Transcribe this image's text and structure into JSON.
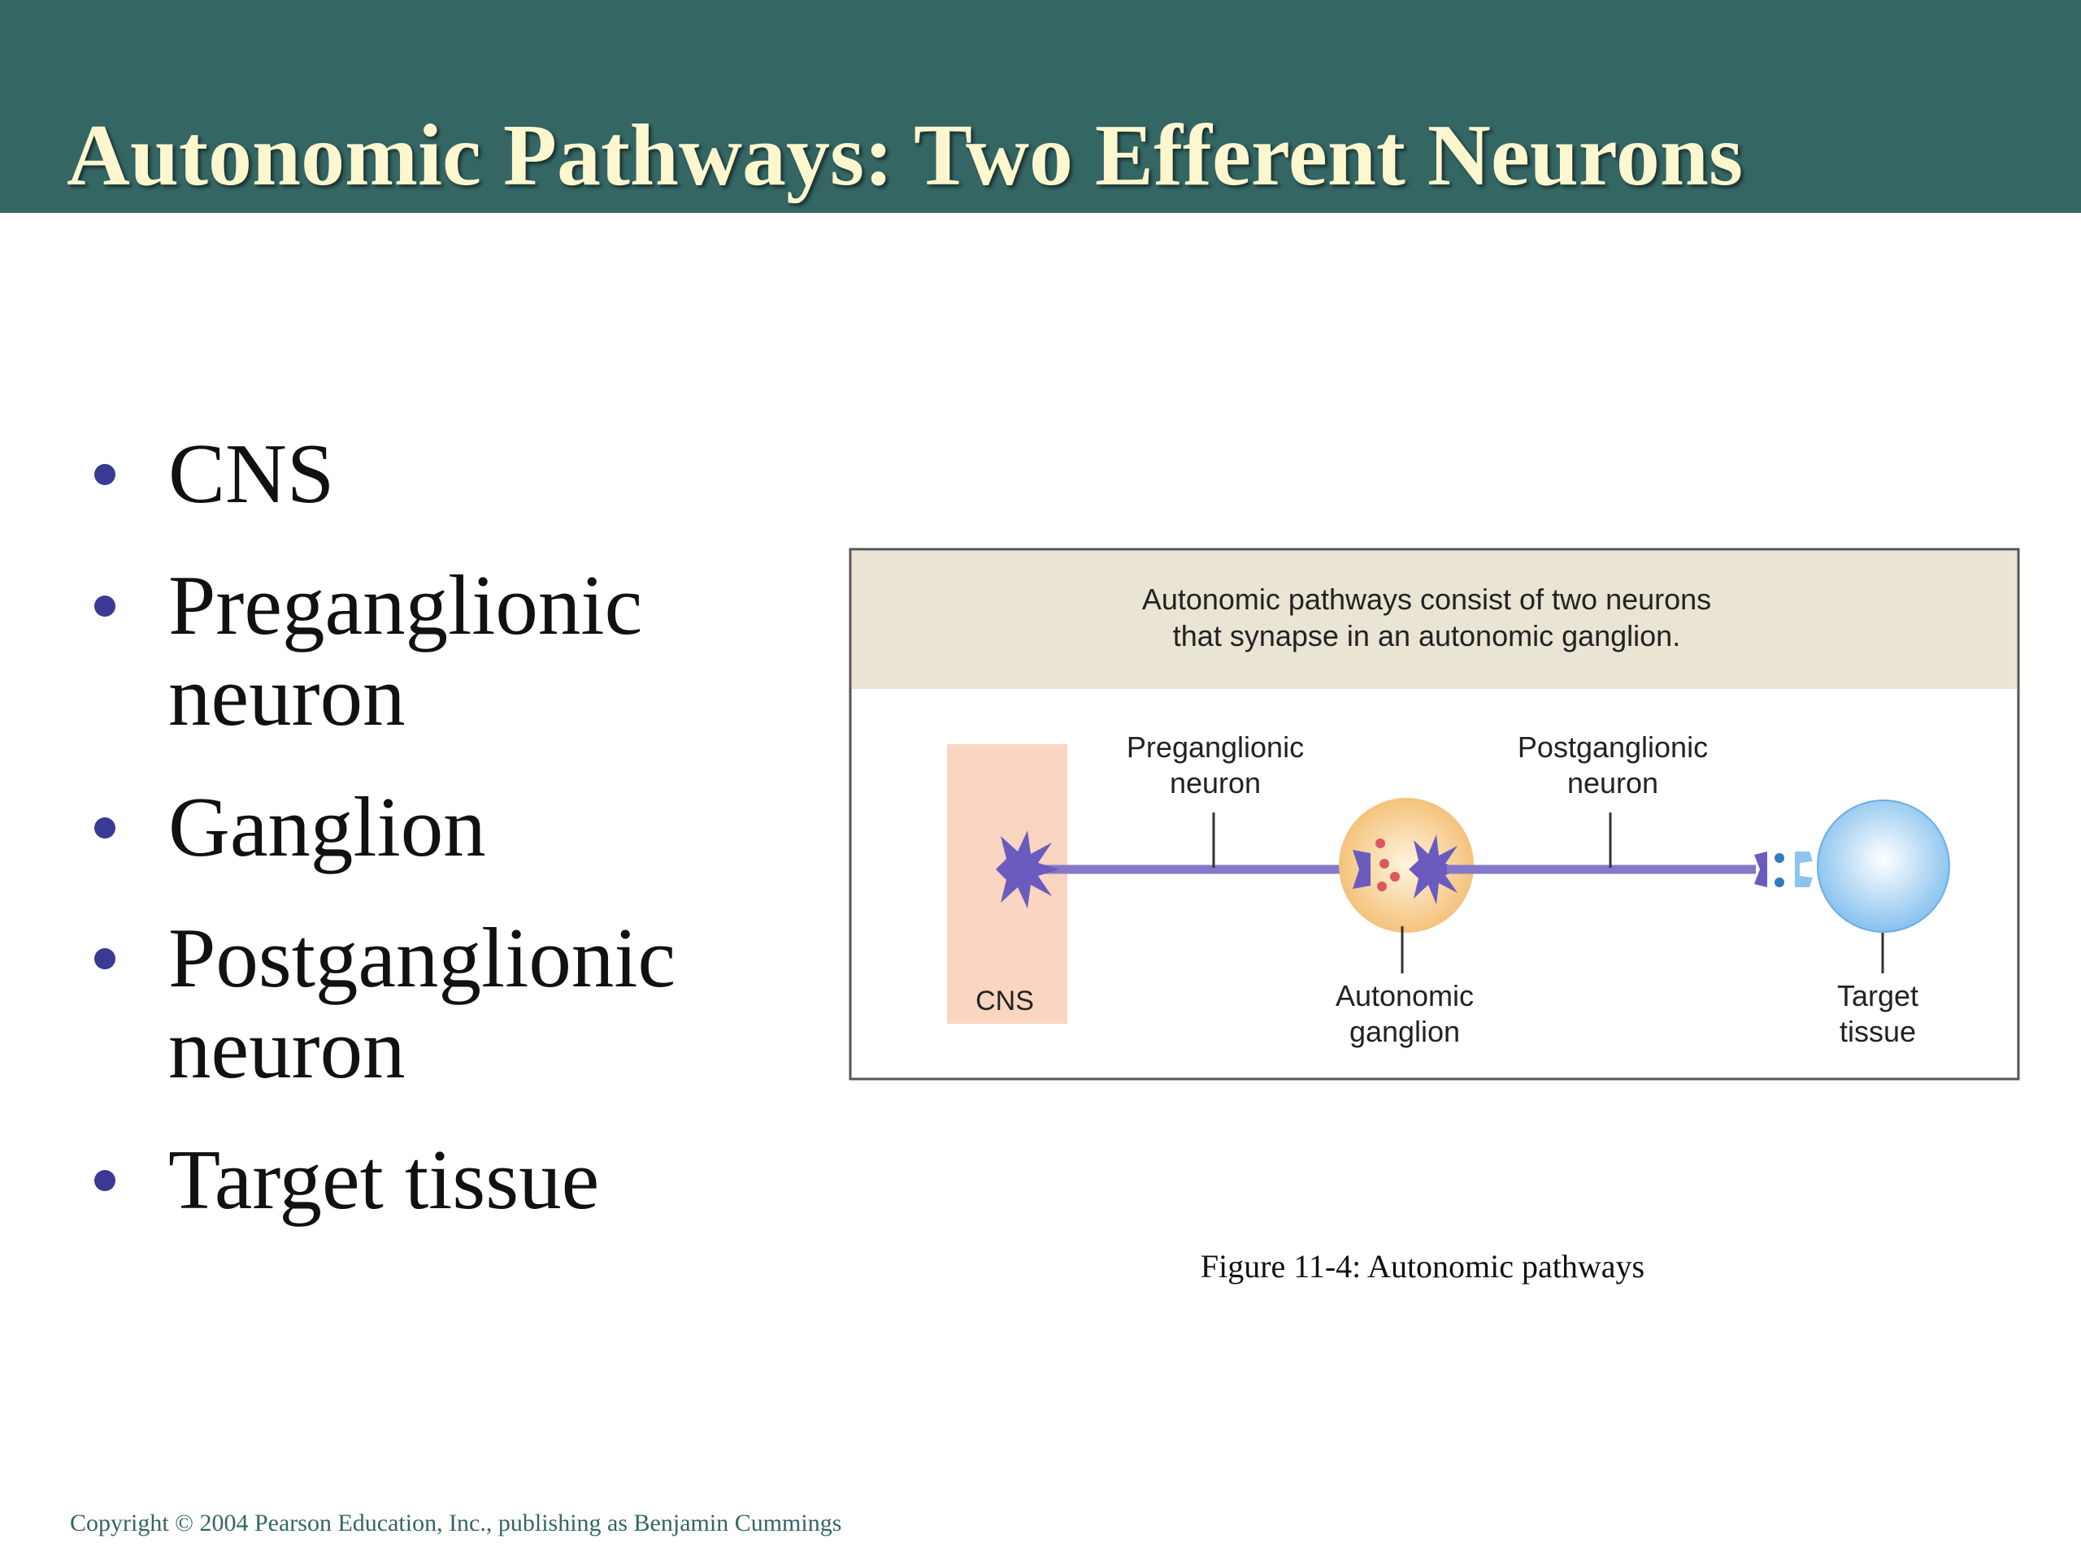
{
  "slide": {
    "title": "Autonomic Pathways: Two Efferent Neurons",
    "bullets": [
      {
        "line1": "CNS",
        "line2": ""
      },
      {
        "line1": "Preganglionic",
        "line2": "neuron"
      },
      {
        "line1": "Ganglion",
        "line2": ""
      },
      {
        "line1": "Postganglionic",
        "line2": "neuron"
      },
      {
        "line1": "Target tissue",
        "line2": ""
      }
    ],
    "figure_caption": "Figure 11-4: Autonomic pathways",
    "copyright": "Copyright © 2004 Pearson Education, Inc., publishing as Benjamin Cummings"
  },
  "diagram": {
    "header_line1": "Autonomic pathways consist of two neurons",
    "header_line2": "that synapse in an autonomic ganglion.",
    "cns_label": "CNS",
    "preganglionic_line1": "Preganglionic",
    "preganglionic_line2": "neuron",
    "postganglionic_line1": "Postganglionic",
    "postganglionic_line2": "neuron",
    "ganglion_line1": "Autonomic",
    "ganglion_line2": "ganglion",
    "target_line1": "Target",
    "target_line2": "tissue"
  },
  "colors": {
    "title_bar": "#346664",
    "title_text": "#fcf7cf",
    "bullet": "#3a3a94",
    "header_band": "#e9e4d3",
    "cns_region": "#f9d5c2",
    "neuron": "#6b5bbf",
    "axon": "#8578c9",
    "ganglion": "#f5c78a",
    "target": "#9ccdf1"
  }
}
